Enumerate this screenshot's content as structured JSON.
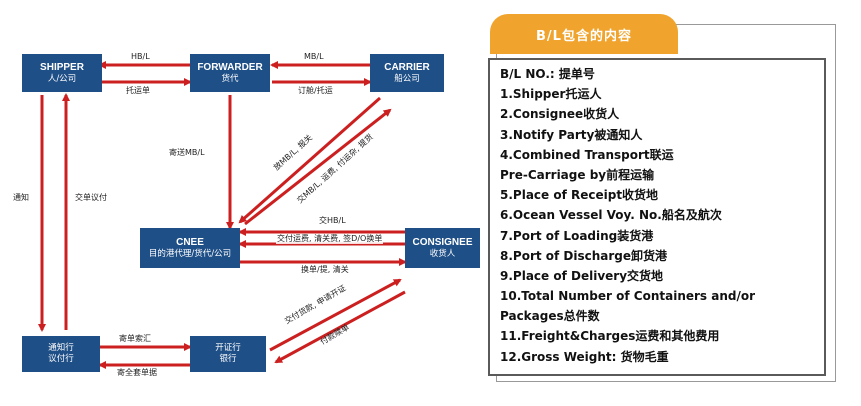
{
  "colors": {
    "node_fill": "#1f4f87",
    "arrow": "#cc1f1f",
    "panel_header": "#f0a32d",
    "panel_border": "#5a5a5a"
  },
  "nodes": {
    "shipper": {
      "title": "SHIPPER",
      "sub": "人/公司"
    },
    "forwarder": {
      "title": "FORWARDER",
      "sub": "货代"
    },
    "carrier": {
      "title": "CARRIER",
      "sub": "船公司"
    },
    "cnee": {
      "title": "CNEE",
      "sub": "目的港代理/货代/公司"
    },
    "consignee": {
      "title": "CONSIGNEE",
      "sub": "收货人"
    },
    "notify_bank": {
      "title": "通知行",
      "sub": "议付行"
    },
    "issuing_bank": {
      "title": "开证行",
      "sub": "银行"
    }
  },
  "edge_labels": {
    "hbl": "HB/L",
    "consign": "托运单",
    "mbl": "MB/L",
    "booking": "订舱/托运",
    "send_mbl": "寄送MB/L",
    "diag_carrier_1": "放MB/L, 报关",
    "diag_carrier_2": "交MB/L, 运费, 付运杂, 提货",
    "cnee_top": "交HB/L",
    "cnee_mid": "交付运费, 清关费, 签D/O换单",
    "cnee_bottom": "换单/提, 清关",
    "notify": "通知",
    "submit_docs": "交单议付",
    "bank_top": "寄单索汇",
    "bank_bottom": "寄全套单据",
    "diag_bank_1": "交付货款, 申请开证",
    "diag_bank_2": "付款赎单"
  },
  "panel": {
    "header": "B/L包含的内容",
    "items": [
      "B/L NO.: 提单号",
      "1.Shipper托运人",
      "2.Consignee收货人",
      "3.Notify Party被通知人",
      "4.Combined Transport联运",
      "Pre-Carriage by前程运输",
      "5.Place of Receipt收货地",
      "6.Ocean Vessel Voy. No.船名及航次",
      "7.Port of Loading装货港",
      "8.Port of Discharge卸货港",
      "9.Place of Delivery交货地",
      "10.Total  Number  of  Containers  and/or",
      "Packages总件数",
      "11.Freight&Charges运费和其他费用",
      "12.Gross Weight: 货物毛重"
    ]
  }
}
